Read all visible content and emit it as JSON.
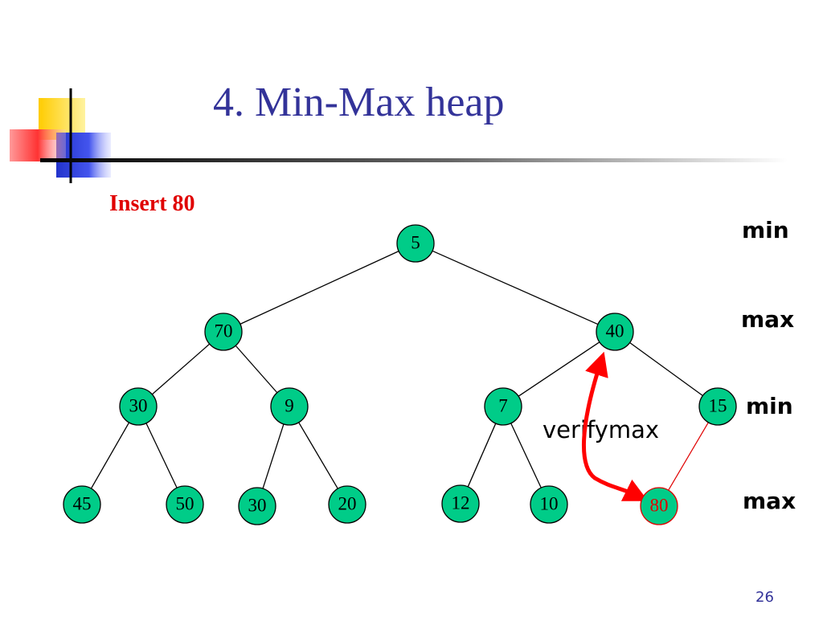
{
  "slide": {
    "title": "4. Min-Max heap",
    "subtitle": "Insert 80",
    "page_number": "26"
  },
  "levels": [
    {
      "label": "min"
    },
    {
      "label": "max"
    },
    {
      "label": "min"
    },
    {
      "label": "max"
    }
  ],
  "annotation": {
    "label": "verifymax"
  },
  "colors": {
    "title": "#333399",
    "subtitle": "#e00000",
    "node_fill": "#00cc88",
    "node_stroke": "#000000",
    "highlight": "#e00000",
    "arrow": "#ff0000"
  },
  "tree": {
    "nodes": [
      {
        "id": "n0",
        "label": "5"
      },
      {
        "id": "n1",
        "label": "70"
      },
      {
        "id": "n2",
        "label": "40"
      },
      {
        "id": "n3",
        "label": "30"
      },
      {
        "id": "n4",
        "label": "9"
      },
      {
        "id": "n5",
        "label": "7"
      },
      {
        "id": "n6",
        "label": "15"
      },
      {
        "id": "n7",
        "label": "45"
      },
      {
        "id": "n8",
        "label": "50"
      },
      {
        "id": "n9",
        "label": "30"
      },
      {
        "id": "n10",
        "label": "20"
      },
      {
        "id": "n11",
        "label": "12"
      },
      {
        "id": "n12",
        "label": "10"
      },
      {
        "id": "n13",
        "label": "80",
        "highlight": true
      }
    ],
    "edges": [
      {
        "from": "n0",
        "to": "n1"
      },
      {
        "from": "n0",
        "to": "n2"
      },
      {
        "from": "n1",
        "to": "n3"
      },
      {
        "from": "n1",
        "to": "n4"
      },
      {
        "from": "n2",
        "to": "n5"
      },
      {
        "from": "n2",
        "to": "n6"
      },
      {
        "from": "n3",
        "to": "n7"
      },
      {
        "from": "n3",
        "to": "n8"
      },
      {
        "from": "n4",
        "to": "n9"
      },
      {
        "from": "n4",
        "to": "n10"
      },
      {
        "from": "n5",
        "to": "n11"
      },
      {
        "from": "n5",
        "to": "n12"
      },
      {
        "from": "n6",
        "to": "n13",
        "highlight": true
      }
    ]
  }
}
